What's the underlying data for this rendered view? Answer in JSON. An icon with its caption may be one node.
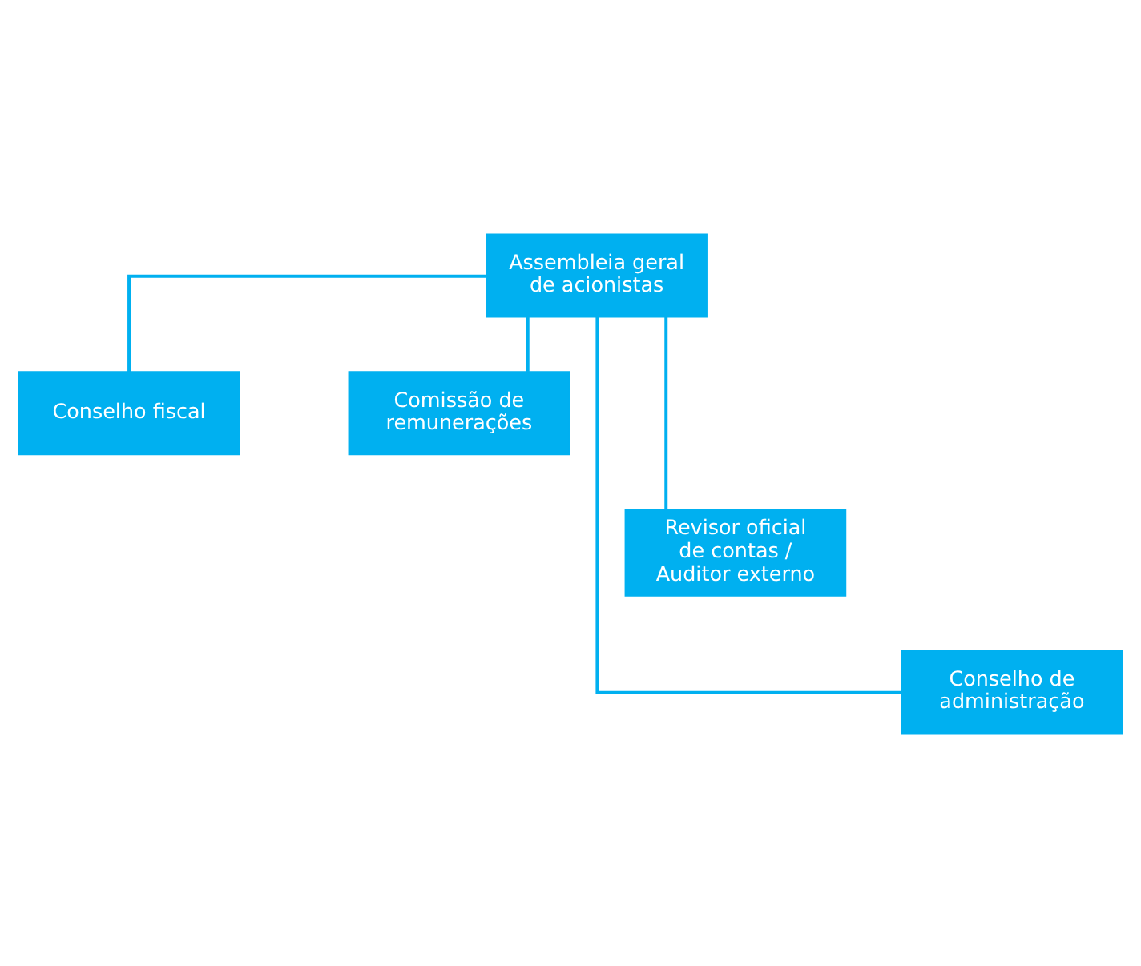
{
  "diagram": {
    "nodes": [
      {
        "text": [
          "Assembleia geral de acionistas"
        ]
      },
      {
        "text": [
          "Conselho fiscal"
        ]
      },
      {
        "text": [
          "Comissão de remunerações"
        ]
      },
      {
        "text": [
          "Revisor oficial de contas / Auditor externo"
        ]
      },
      {
        "text": [
          "Conselho de administração"
        ]
      }
    ],
    "edges": [
      {
        "from": 0,
        "to": 1,
        "arrow": "none"
      },
      {
        "from": 0,
        "to": 2,
        "arrow": "none"
      },
      {
        "from": 0,
        "to": 3,
        "arrow": "none"
      },
      {
        "from": 0,
        "to": 4,
        "arrow": "none"
      }
    ]
  }
}
